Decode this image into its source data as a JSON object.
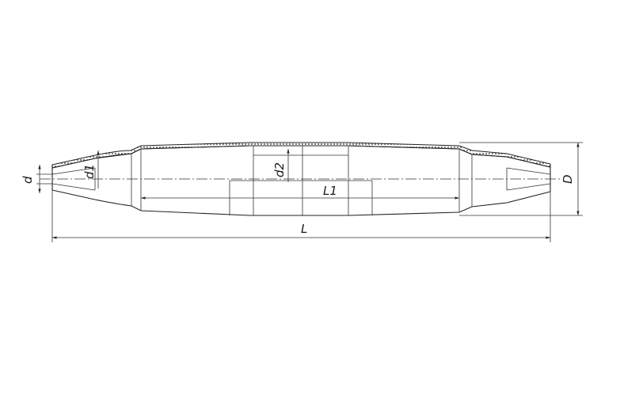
{
  "labels": {
    "d": "d",
    "d1": "d1",
    "d2": "d2",
    "L1": "L1",
    "L": "L",
    "D": "D"
  },
  "colors": {
    "line": "#222222",
    "background": "#ffffff"
  }
}
